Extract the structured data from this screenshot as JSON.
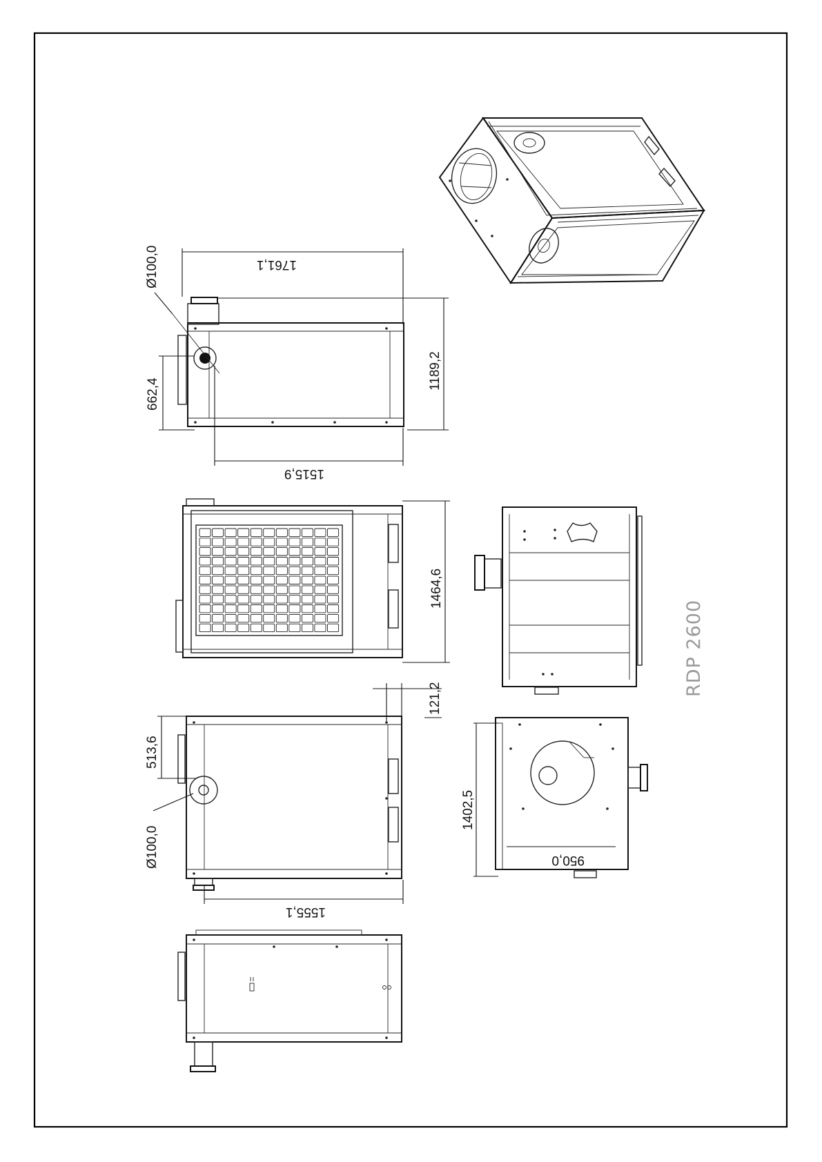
{
  "product": {
    "model": "RDP 2600"
  },
  "dimensions": {
    "flange_top": "Ø100,0",
    "height_top": "662,4",
    "length_top": "1761,1",
    "length_top_inner": "1515,9",
    "depth_top": "1189,2",
    "depth_middle": "1464,6",
    "offset_bottom": "121,2",
    "flange_bottom": "Ø100,0",
    "height_bottom": "513,6",
    "length_bottom": "1555,1",
    "width_side": "1402,5",
    "inner_side": "950,0"
  }
}
